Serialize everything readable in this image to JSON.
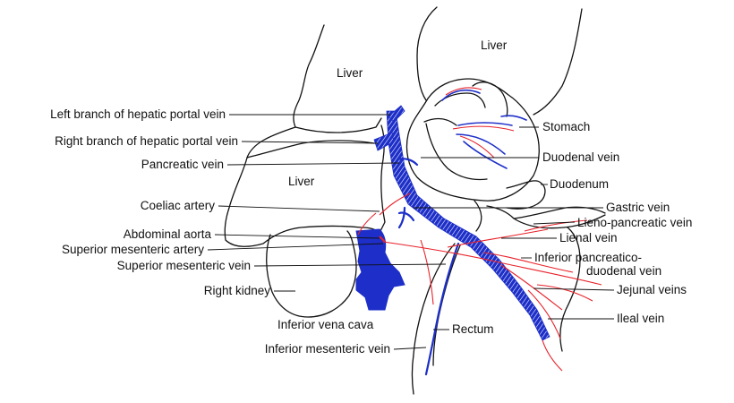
{
  "colors": {
    "vein": "#1d2fc8",
    "artery": "#e8222a",
    "outline": "#111111",
    "background": "#ffffff"
  },
  "labels": {
    "liver_top": "Liver",
    "liver_right": "Liver",
    "liver_center": "Liver",
    "left_branch_hepatic_portal_vein": "Left branch of hepatic portal vein",
    "right_branch_hepatic_portal_vein": "Right branch of hepatic portal vein",
    "pancreatic_vein": "Pancreatic vein",
    "coeliac_artery": "Coeliac artery",
    "abdominal_aorta": "Abdominal aorta",
    "superior_mesenteric_artery": "Superior mesenteric artery",
    "superior_mesenteric_vein": "Superior mesenteric vein",
    "right_kidney": "Right kidney",
    "inferior_vena_cava": "Inferior vena cava",
    "inferior_mesenteric_vein": "Inferior mesenteric vein",
    "rectum": "Rectum",
    "stomach": "Stomach",
    "duodenal_vein": "Duodenal vein",
    "duodenum": "Duodenum",
    "gastric_vein": "Gastric vein",
    "lieno_pancreatic_vein": "Lieno-pancreatic vein",
    "lienal_vein": "Lienal vein",
    "inferior_pancreatico_duodenal_vein_line1": "Inferior pancreatico-",
    "inferior_pancreatico_duodenal_vein_line2": "duodenal vein",
    "jejunal_veins": "Jejunal veins",
    "ileal_vein": "Ileal vein"
  }
}
